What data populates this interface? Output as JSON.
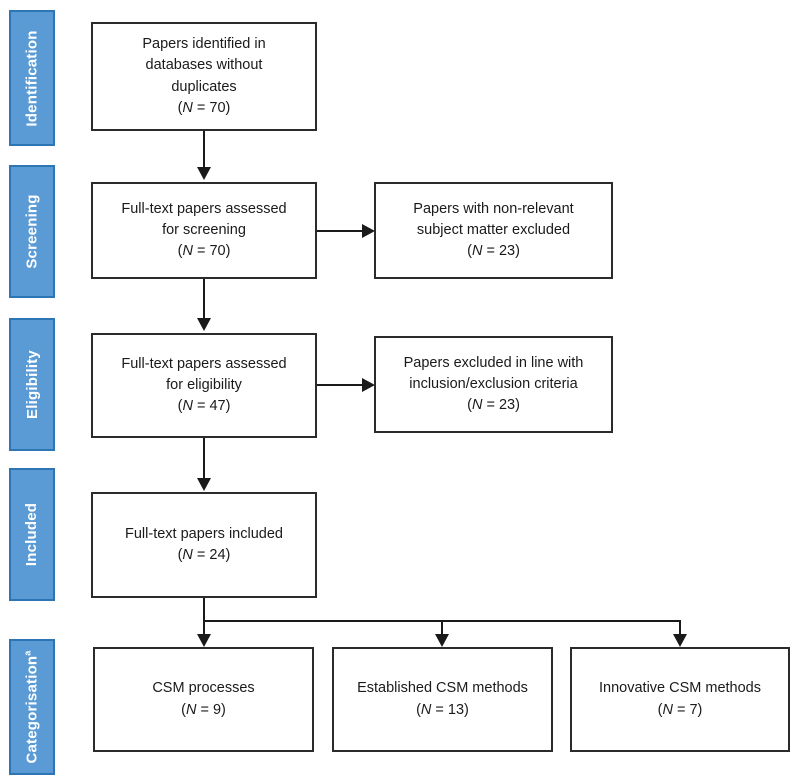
{
  "figure": {
    "type": "prisma-flow-diagram",
    "accent_color": "#5b9bd5",
    "accent_border_color": "#2e75b6",
    "line_color": "#1a1a1a",
    "box_border_color": "#2b2b2b",
    "background": "#ffffff"
  },
  "stages": [
    {
      "id": "identification",
      "label": "Identification"
    },
    {
      "id": "screening",
      "label": "Screening"
    },
    {
      "id": "eligibility",
      "label": "Eligibility"
    },
    {
      "id": "included",
      "label": "Included"
    },
    {
      "id": "categorisation",
      "label": "Categorisation",
      "superscript": "a"
    }
  ],
  "boxes": {
    "identified": {
      "line1": "Papers identified in",
      "line2": "databases without",
      "line3": "duplicates",
      "count_prefix": "(",
      "count_n": "N",
      "count_value": " = 70)"
    },
    "screening_assessed": {
      "line1": "Full-text papers assessed",
      "line2": "for screening",
      "count_prefix": "(",
      "count_n": "N",
      "count_value": " = 70)"
    },
    "screening_excluded": {
      "line1": "Papers with non-relevant",
      "line2": "subject matter excluded",
      "count_prefix": "(",
      "count_n": "N",
      "count_value": " = 23)"
    },
    "eligibility_assessed": {
      "line1": "Full-text papers assessed",
      "line2": "for eligibility",
      "count_prefix": "(",
      "count_n": "N",
      "count_value": " = 47)"
    },
    "eligibility_excluded": {
      "line1": "Papers excluded in line with",
      "line2": "inclusion/exclusion criteria",
      "count_prefix": "(",
      "count_n": "N",
      "count_value": " = 23)"
    },
    "included": {
      "line1": "Full-text papers included",
      "count_prefix": "(",
      "count_n": "N",
      "count_value": " = 24)"
    },
    "category_processes": {
      "line1": "CSM processes",
      "count_prefix": "(",
      "count_n": "N",
      "count_value": " = 9)"
    },
    "category_established": {
      "line1": "Established CSM methods",
      "count_prefix": "(",
      "count_n": "N",
      "count_value": " = 13)"
    },
    "category_innovative": {
      "line1": "Innovative CSM methods",
      "count_prefix": "(",
      "count_n": "N",
      "count_value": " = 7)"
    }
  },
  "chart_data": {
    "type": "flowchart",
    "title": "PRISMA study selection flow",
    "nodes": [
      {
        "id": "identified",
        "stage": "Identification",
        "label": "Papers identified in databases without duplicates",
        "n": 70
      },
      {
        "id": "screening_assessed",
        "stage": "Screening",
        "label": "Full-text papers assessed for screening",
        "n": 70
      },
      {
        "id": "screening_excluded",
        "stage": "Screening",
        "label": "Papers with non-relevant subject matter excluded",
        "n": 23
      },
      {
        "id": "eligibility_assessed",
        "stage": "Eligibility",
        "label": "Full-text papers assessed for eligibility",
        "n": 47
      },
      {
        "id": "eligibility_excluded",
        "stage": "Eligibility",
        "label": "Papers excluded in line with inclusion/exclusion criteria",
        "n": 23
      },
      {
        "id": "included",
        "stage": "Included",
        "label": "Full-text papers included",
        "n": 24
      },
      {
        "id": "category_processes",
        "stage": "Categorisation",
        "label": "CSM processes",
        "n": 9
      },
      {
        "id": "category_established",
        "stage": "Categorisation",
        "label": "Established CSM methods",
        "n": 13
      },
      {
        "id": "category_innovative",
        "stage": "Categorisation",
        "label": "Innovative CSM methods",
        "n": 7
      }
    ],
    "edges": [
      {
        "from": "identified",
        "to": "screening_assessed",
        "direction": "down"
      },
      {
        "from": "screening_assessed",
        "to": "screening_excluded",
        "direction": "right"
      },
      {
        "from": "screening_assessed",
        "to": "eligibility_assessed",
        "direction": "down"
      },
      {
        "from": "eligibility_assessed",
        "to": "eligibility_excluded",
        "direction": "right"
      },
      {
        "from": "eligibility_assessed",
        "to": "included",
        "direction": "down"
      },
      {
        "from": "included",
        "to": "category_processes",
        "direction": "down"
      },
      {
        "from": "included",
        "to": "category_established",
        "direction": "down"
      },
      {
        "from": "included",
        "to": "category_innovative",
        "direction": "down"
      }
    ]
  }
}
